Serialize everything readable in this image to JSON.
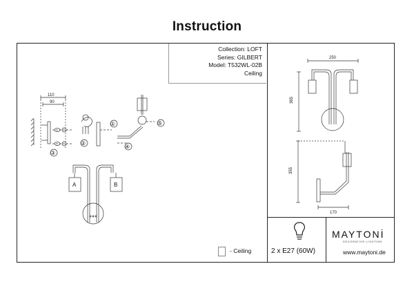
{
  "title": "Instruction",
  "info": {
    "collection": "Collection: LOFT",
    "series": "Series: GILBERT",
    "model": "Model: T532WL-02B",
    "mount": "Ceiling"
  },
  "assembly": {
    "dim_outer": "110",
    "dim_inner": "90",
    "steps": [
      "①",
      "②",
      "③",
      "④",
      "⑤"
    ],
    "label_a": "A",
    "label_b": "B"
  },
  "drawings": {
    "width": "250",
    "height_front": "365",
    "height_side": "355",
    "depth": "170"
  },
  "legend": {
    "text": "- Ceiling"
  },
  "bulb": {
    "text": "2 x E27 (60W)"
  },
  "brand": {
    "name": "MAYTONİ",
    "tagline": "DECORATIVE LIGHTING",
    "site": "www.maytoni.de"
  }
}
